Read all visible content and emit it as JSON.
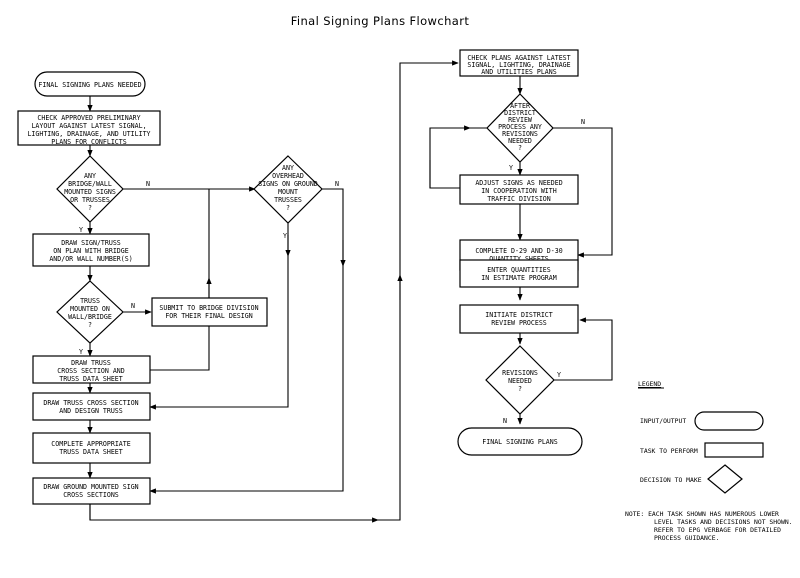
{
  "title": "Final Signing Plans Flowchart",
  "nodes": {
    "start": [
      "FINAL SIGNING PLANS NEEDED"
    ],
    "check_prelim": [
      "CHECK APPROVED PRELIMINARY",
      "LAYOUT AGAINST LATEST SIGNAL,",
      "LIGHTING, DRAINAGE, AND UTILITY",
      "PLANS FOR CONFLICTS"
    ],
    "dec_bridge": [
      "ANY",
      "BRIDGE/WALL",
      "MOUNTED SIGNS",
      "OR TRUSSES",
      "?"
    ],
    "draw_sign_truss": [
      "DRAW SIGN/TRUSS",
      "ON PLAN WITH BRIDGE",
      "AND/OR WALL NUMBER(S)"
    ],
    "dec_truss": [
      "TRUSS",
      "MOUNTED ON",
      "WALL/BRIDGE",
      "?"
    ],
    "submit_bridge": [
      "SUBMIT TO BRIDGE DIVISION",
      "FOR THEIR FINAL DESIGN"
    ],
    "draw_truss_cross": [
      "DRAW TRUSS",
      "CROSS SECTION AND",
      "TRUSS DATA SHEET"
    ],
    "draw_truss_design": [
      "DRAW TRUSS CROSS SECTION",
      "AND DESIGN TRUSS"
    ],
    "complete_truss": [
      "COMPLETE APPROPRIATE",
      "TRUSS DATA SHEET"
    ],
    "draw_ground": [
      "DRAW GROUND MOUNTED SIGN",
      "CROSS SECTIONS"
    ],
    "dec_overhead": [
      "ANY",
      "OVERHEAD",
      "SIGNS ON GROUND",
      "MOUNT",
      "TRUSSES",
      "?"
    ],
    "check_latest": [
      "CHECK PLANS AGAINST LATEST",
      "SIGNAL, LIGHTING, DRAINAGE",
      "AND UTILITIES PLANS"
    ],
    "dec_revisions": [
      "AFTER",
      "DISTRICT",
      "REVIEW",
      "PROCESS ANY",
      "REVISIONS",
      "NEEDED",
      "?"
    ],
    "adjust_signs": [
      "ADJUST SIGNS AS NEEDED",
      "IN COOPERATION WITH",
      "TRAFFIC DIVISION"
    ],
    "complete_d29": [
      "COMPLETE D-29 AND D-30",
      "QUANTITY SHEETS"
    ],
    "enter_quantities": [
      "ENTER QUANTITIES",
      "IN ESTIMATE PROGRAM"
    ],
    "initiate_review": [
      "INITIATE DISTRICT",
      "REVIEW PROCESS"
    ],
    "dec_rev2": [
      "REVISIONS",
      "NEEDED",
      "?"
    ],
    "final": [
      "FINAL SIGNING PLANS"
    ]
  },
  "edge_labels": {
    "y": "Y",
    "n": "N"
  },
  "legend": {
    "title": "LEGEND",
    "io": "INPUT/OUTPUT",
    "task": "TASK TO PERFORM",
    "decision": "DECISION TO MAKE"
  },
  "note": [
    "NOTE: EACH TASK SHOWN HAS NUMEROUS LOWER",
    "LEVEL TASKS AND DECISIONS NOT SHOWN.",
    "REFER TO EPG VERBAGE FOR DETAILED",
    "PROCESS GUIDANCE."
  ]
}
